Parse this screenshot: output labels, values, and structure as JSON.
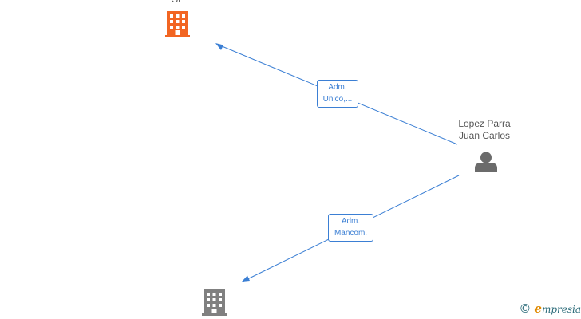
{
  "nodes": {
    "company_top": {
      "label": "SL",
      "icon": "building-icon",
      "color": "#f26522"
    },
    "company_bottom": {
      "label": "",
      "icon": "building-icon",
      "color": "#808080"
    },
    "person": {
      "label_line1": "Lopez Parra",
      "label_line2": "Juan Carlos",
      "icon": "person-icon",
      "color": "#6b6b6b"
    }
  },
  "edges": [
    {
      "from": "person",
      "to": "company_top",
      "label_line1": "Adm.",
      "label_line2": "Unico,..."
    },
    {
      "from": "person",
      "to": "company_bottom",
      "label_line1": "Adm.",
      "label_line2": "Mancom."
    }
  ],
  "colors": {
    "edge": "#3b7fd4",
    "node_text": "#555555"
  },
  "watermark": {
    "symbol": "©",
    "brand_initial": "e",
    "brand_rest": "mpresia"
  }
}
